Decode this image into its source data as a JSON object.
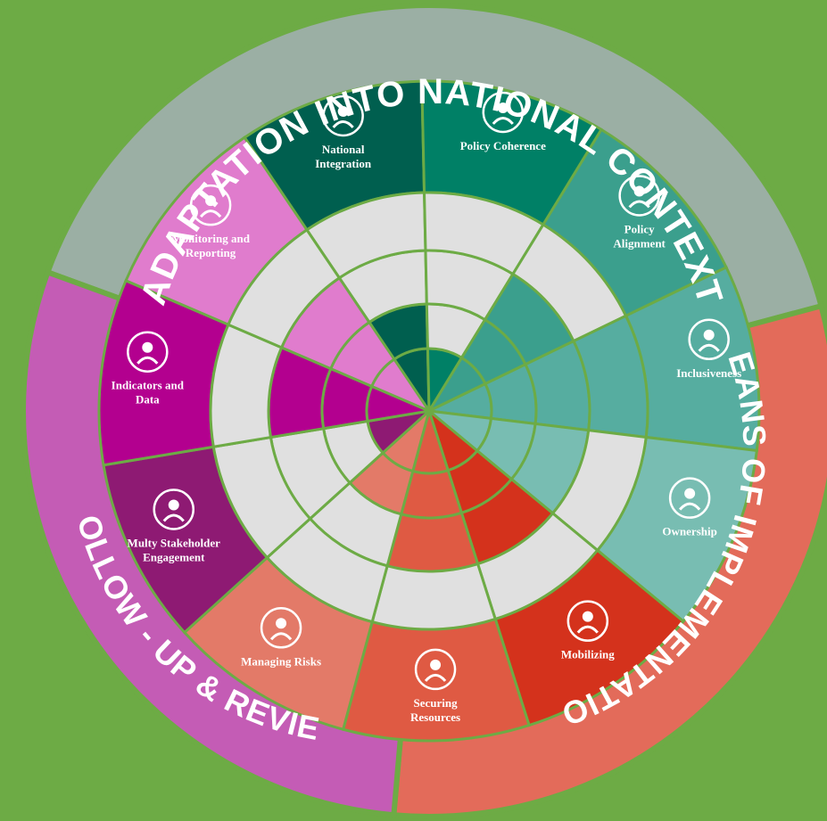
{
  "groups": [
    {
      "name": "ADAPTATION INTO NATIONAL CONTEXT",
      "color": "#9bafa4"
    },
    {
      "name": "MEANS OF IMPLEMENTATION",
      "color": "#e36b5a"
    },
    {
      "name": "FOLLOW - UP & REVIEW",
      "color": "#c45cb5"
    }
  ],
  "segments": [
    {
      "lines": [
        "National",
        "Integration"
      ],
      "color": "#005f4f",
      "icon": "enter-icon",
      "level": 1
    },
    {
      "lines": [
        "Policy Coherence"
      ],
      "color": "#008066",
      "icon": "hands-icon",
      "level": 0
    },
    {
      "lines": [
        "Policy",
        "Alignment"
      ],
      "color": "#3b9f8d",
      "icon": "puzzle-icon",
      "level": 2
    },
    {
      "lines": [
        "Inclusiveness"
      ],
      "color": "#56ada0",
      "icon": "hand-person-icon",
      "level": 3
    },
    {
      "lines": [
        "Ownership"
      ],
      "color": "#78bdb2",
      "icon": "people-circle-icon",
      "level": 2
    },
    {
      "lines": [
        "Mobilizing"
      ],
      "color": "#d4321c",
      "icon": "handshake-icon",
      "level": 2
    },
    {
      "lines": [
        "Securing",
        "Resources"
      ],
      "color": "#df5a43",
      "icon": "hand-arrows-icon",
      "level": 2
    },
    {
      "lines": [
        "Managing Risks"
      ],
      "color": "#e37a68",
      "icon": "umbrella-icon",
      "level": 1
    },
    {
      "lines": [
        "Multy Stakeholder",
        "Engagement"
      ],
      "color": "#8e1a73",
      "icon": "megaphone-icon",
      "level": 0
    },
    {
      "lines": [
        "Indicators and",
        "Data"
      ],
      "color": "#b3008f",
      "icon": "chart-icon",
      "level": 2
    },
    {
      "lines": [
        "Monitoring and",
        "Reporting"
      ],
      "color": "#e07ccd",
      "icon": "dashboard-icon",
      "level": 2
    }
  ],
  "colors": {
    "background": "#6dab45",
    "empty_cell": "#e0e0e0"
  }
}
